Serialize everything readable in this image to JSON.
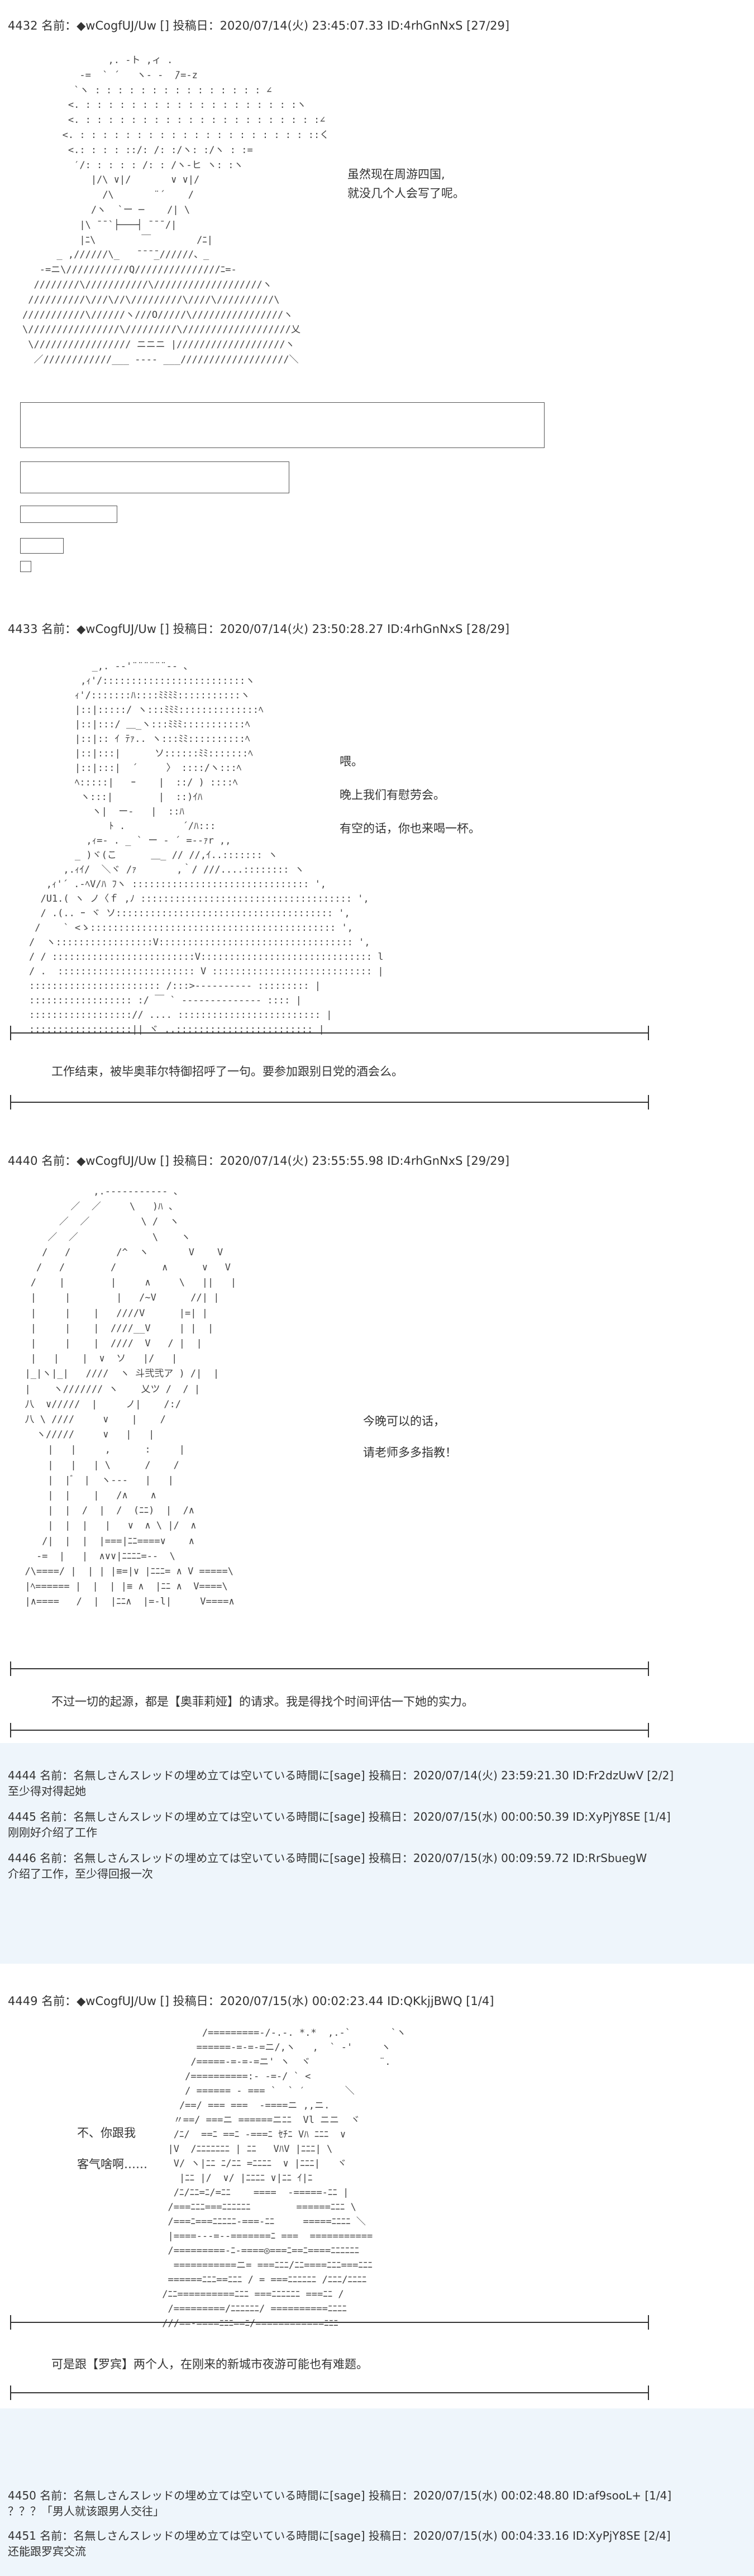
{
  "posts": [
    {
      "header": "4432 名前：◆wCogfUJ/Uw [] 投稿日：2020/07/14(火) 23:45:07.33 ID:4rhGnNxS [27/29]",
      "speech": "虽然现在周游四国,\n就没几个人会写了呢。"
    },
    {
      "header": "4433 名前：◆wCogfUJ/Uw [] 投稿日：2020/07/14(火) 23:50:28.27 ID:4rhGnNxS [28/29]",
      "speech": "喂。\n\n晚上我们有慰劳会。\n\n有空的话，你也来喝一杯。",
      "narration": "工作结束，被毕奥菲尔特御招呼了一句。要参加跟别日党的酒会么。"
    },
    {
      "header": "4440 名前：◆wCogfUJ/Uw [] 投稿日：2020/07/14(火) 23:55:55.98 ID:4rhGnNxS [29/29]",
      "speech": "今晚可以的话，\n\n请老师多多指教！",
      "narration": "不过一切的起源，都是【奥菲莉娅】的请求。我是得找个时间评估一下她的实力。"
    },
    {
      "header": "4449 名前：◆wCogfUJ/Uw [] 投稿日：2020/07/15(水) 00:02:23.44 ID:QKkjjBWQ [1/4]",
      "speech": "不、你跟我\n\n客气啥啊……",
      "narration": "可是跟【罗宾】两个人，在刚来的新城市夜游可能也有难题。"
    }
  ],
  "responses_a": [
    {
      "header": "4444 名前：名無しさんスレッドの埋め立ては空いている時間に[sage] 投稿日：2020/07/14(火) 23:59:21.30 ID:Fr2dzUwV [2/2]",
      "body": "至少得对得起她"
    },
    {
      "header": "4445 名前：名無しさんスレッドの埋め立ては空いている時間に[sage] 投稿日：2020/07/15(水) 00:00:50.39 ID:XyPjY8SE [1/4]",
      "body": "刚刚好介绍了工作"
    },
    {
      "header": "4446 名前：名無しさんスレッドの埋め立ては空いている時間に[sage] 投稿日：2020/07/15(水) 00:09:59.72 ID:RrSbuegW",
      "body": "介绍了工作，至少得回报一次"
    }
  ],
  "responses_b": [
    {
      "header": "4450 名前：名無しさんスレッドの埋め立ては空いている時間に[sage] 投稿日：2020/07/15(水) 00:02:48.80 ID:af9sooL+ [1/4]",
      "body": "？？？「男人就该跟男人交往」"
    },
    {
      "header": "4451 名前：名無しさんスレッドの埋め立ては空いている時間に[sage] 投稿日：2020/07/15(水) 00:04:33.16 ID:XyPjY8SE [2/4]",
      "body": "还能跟罗宾交流"
    }
  ],
  "ascii_art": {
    "a1": "               ,. -ト ,ィ .\n          -=  ` ´   ヽ- -  ̄/=-z\n         `ヽ : : : : : : : : : : : : : : : ∠\n        <. : : : : : : : : : : : : : : : : : : :ヽ\n        <. : : : : : : : : : : : : : : : : : : : : :∠\n       <. : : : : : : : : : : : : : : : : : : : : ::く\n        <.: : : : ::/: /: :/ヽ: :/ヽ : :=\n         ′/: : : : : /: : /ヽ-ヒ ヽ: :ヽ\n            |/\\ ∨|/       ∨ ∨|/\n              /\\       ¨´    /\n            /ヽ  `ー ─    /| \\\n          |\\ ̄ ̄ `├───┤ ̄ ̄ ̄ /|\n          |ﾆ\\        ￣        /ﾆ|\n      _ ,//////\\_   ̄ ̄ ̄ ̄_//////、_\n   -=ニ\\///////////Q///////////////ﾆ=-\n  ////////\\///////////\\///////////////////ヽ\n //////////\\///\\//\\/////////\\////\\//////////\\\n///////////\\//////ヽ///O/////\\////////////////ヽ\n\\////////////////\\/////////\\///////////////////乂\n \\///////////////// ニニニ |///////////////////ヽ\n  ／////////////___ ---- ___///////////////////＼",
    "a2": "           _,. -‐'¨¨¨¨¨¨‐- 、\n         ,ｨ'/:::::::::::::::::::::::::ヽ\n        ｨ'/:::::::ﾊ::::ﾐﾐﾐﾐ:::::::::::ヽ\n        |::|:::::/ ヽ:::ﾐﾐﾐ::::::::::::::ﾍ\n        |::|:::/ ＿_ヽ:::ﾐﾐﾐ:::::::::::ﾍ\n        |::|:: ｲ ﾃｧ.. ヽ:::ﾐﾐ::::::::::ﾍ\n        |::|:::|      ソ::::::ﾐﾐ:::::::ﾍ\n        |::|:::|  ´     〉 ::::/ヽ:::ﾍ\n        ﾍ:::::|   ｰ    |  ::/ ) ::::ﾍ\n         ヽ:::|        |  ::)ｲﾊ\n           ヽ|  ー-   |  ::ﾊ\n              ﾄ .          ´/ﾊ:::\n          ,ｨ=- . _ ` ー ‐ ´ =--ｧr ,,\n        _ )ヾ(こ      ＿_ // //,ｲ..::::::: ヽ\n      ,.ｨｲ/  ＼ヾ /ｧ       ,｀/ ///....:::::::: ヽ\n   ,ｨ'´ .-ﾍV/ﾊ ﾌヽ ::::::::::::::::::::::::::::::: ',\n  /U1.( ヽ ノ〈ｆ ,ﾉ ::::::::::::::::::::::::::::::::::::: ',\n  / .(.. ｰ ヾ ソ:::::::::::::::::::::::::::::::::::::: ',\n /    ` <ゝ::::::::::::::::::::::::::::::::::::::::::: ',\n/  ヽ:::::::::::::::::V:::::::::::::::::::::::::::::::::: ',\n/ / :::::::::::::::::::::::::V:::::::::::::::::::::::::::::: l\n/ .  :::::::::::::::::::::::: V :::::::::::::::::::::::::::: |\n::::::::::::::::::::::: /:::>---------- ::::::::: |\n:::::::::::::::::: :/ ￣ ` -------------- :::: |\n::::::::::::::::::// .... ::::::::::::::::::::::::: |\n::::::::::::::::::|| ヾ ..:::::::::::::::::::::::: |",
    "a3": "              ,.----------- 、\n          ／  ／     \\   )ﾊ 、\n        ／  ／         \\ /  ヽ\n      ／  ／             \\    ヽ\n     /   /        /^  ヽ       V    V\n    /   /        /        ∧      ∨   V\n   /    |        |     ∧     \\   ||   |\n   |     |        |   /~V      //| |\n   |     |    |   ////V      |=| |\n   |     |    |  ////__V     | |  |\n   |     |    |  ////  V   / |  |\n   |   |    |  ∨  ソ   |/   |\n  |_|ヽ|_|   ////  ヽ 斗弐弐ア ) /|  |\n  |    ヽ/////// ヽ    乂ツ /  / |\n  八  ∨/////  |     ノ|    /:/\n  八 \\ ////     ∨    |    /\n    ヽ/////     ∨   |   |\n      |   |     ,      :     |\n      |   |   | \\      /    /\n      |  | ゙  |  ヽ---   |   |\n      |  |    |   /∧    ∧\n      |  |  /  |  /  (ﾆﾆ)  |  /∧\n      |  |  |   |   ∨  ∧ \\ |/  ∧\n     /|  |  |  |===|ﾆﾆ====∨    ∧\n    -=  |   |  ∧∨∨|ﾆﾆﾆﾆ=--  \\\n  /\\====/ |  | | |≡=|∨ |ﾆﾆﾆ= ∧ V =====\\\n  |ﾍ====== |  |  | |≡ ∧  |ﾆﾆ ∧  V====\\\n  |∧====   /  |  |ﾆﾆ∧  |=-l|     V====∧",
    "a4": "        /=========-/-.-. *.*  ,.-`       `ヽ\n       ======-=-=-=ニ/,ヽ   ,  ` -'     ヽ\n      /=====-=-=-=ニ' ヽ  ヾ            ¨.\n     /==========:- -=-/ ` <\n     / ====== - === `  ` ′       ＼\n    /==/ === ===  -====ニ ,,ニ.\n   〃==/ ===ニ ======ニﾆﾆ  Vl ニニ  ヾ\n   /ﾆ/  ==ﾆ ==ﾆ -===ﾆ ｾﾁﾆ Vﾊ ﾆﾆﾆ  ∨\n  |V  /ﾆﾆﾆﾆﾆﾆﾆ | ﾆﾆ   VﾊV |ﾆﾆﾆ| \\\n   V/ ヽ|ﾆﾆ ﾆ/ﾆﾆ =ﾆﾆﾆﾆ  ∨ |ﾆﾆﾆ|   ヾ\n    |ﾆﾆ |/  ∨/ |ﾆﾆﾆﾆ ∨|ﾆﾆ ｲ|ﾆ\n   /ﾆ/ﾆﾆ=ﾆ/=ﾆﾆ    ====  -=====-ﾆﾆ |\n  /===ﾆﾆﾆ===ﾆﾆﾆﾆﾆﾆ        ======ﾆﾆﾆ \\\n  /===ﾆ===ﾆﾆﾆﾆﾆ-===-ﾆﾆ     =====ﾆﾆﾆﾆ ＼\n  |====---=--=======ﾆ ===  ===========\n  /=========-ﾆ-====◎===ﾆ==ﾆ====ﾆﾆﾆﾆﾆﾆ\n   ===========ニ= ===ﾆﾆﾆ/ﾆﾆ====ﾆﾆﾆ===ﾆﾆﾆ\n  ======ﾆﾆﾆ==ﾆﾆﾆ / = ===ﾆﾆﾆﾆﾆﾆ /ﾆﾆﾆ/ﾆﾆﾆﾆ\n /ﾆﾆ==========ﾆﾆﾆ ===ﾆﾆﾆﾆﾆﾆ ===ﾆﾆ /\n  /=========/ﾆﾆﾆﾆﾆﾆ/ ==========ﾆﾆﾆﾆ\n ///==-====ﾆﾆﾆ==ﾆ/============ﾆﾆﾆ\n"
  }
}
